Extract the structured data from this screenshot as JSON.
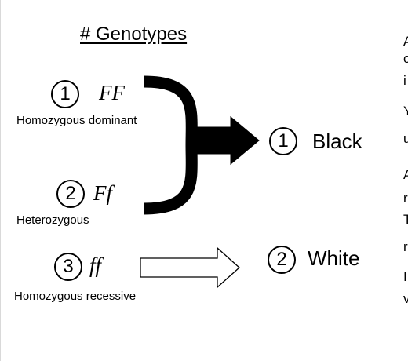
{
  "title": "# Genotypes",
  "genotypes": [
    {
      "number": "1",
      "symbol": "FF",
      "description": "Homozygous dominant"
    },
    {
      "number": "2",
      "symbol": "Ff",
      "description": "Heterozygous"
    },
    {
      "number": "3",
      "symbol": "ff",
      "description": "Homozygous recessive"
    }
  ],
  "phenotypes": [
    {
      "number": "1",
      "label": "Black"
    },
    {
      "number": "2",
      "label": "White"
    }
  ],
  "cut_off_text": [
    "A",
    "c",
    "i",
    "Y",
    "u",
    "A",
    "r",
    "T",
    "r",
    "I",
    "v"
  ]
}
